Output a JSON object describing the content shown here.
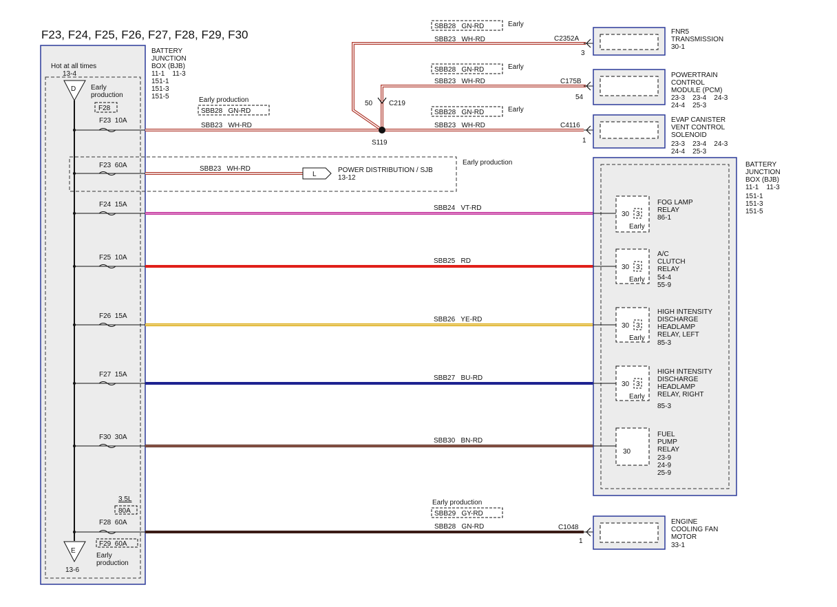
{
  "title": "F23, F24, F25, F26, F27, F28, F29, F30",
  "bjb_left": {
    "label": [
      "BATTERY",
      "JUNCTION",
      "BOX (BJB)",
      "11-1    11-3",
      "151-1",
      "151-3",
      "151-5"
    ],
    "hot": "Hot at all times",
    "hot_ref": "13-4",
    "d_letter": "D",
    "d_note": [
      "Early",
      "production"
    ],
    "f28_box": "F28",
    "e_letter": "E",
    "e_ref": "13-6",
    "e_note": [
      "Early",
      "production"
    ],
    "engine": "3.5L",
    "f28_80a": "80A",
    "f29_60a": "F29  60A"
  },
  "fuses": {
    "f23_10a": "F23  10A",
    "f23_60a": "F23  60A",
    "f24": "F24  15A",
    "f25": "F25  10A",
    "f26": "F26  15A",
    "f27": "F27  15A",
    "f30": "F30  30A",
    "f28": "F28  60A"
  },
  "wires": {
    "early_production": "Early production",
    "early": "Early",
    "sbb28_gnrd": "SBB28   GN-RD",
    "sbb23_whrd": "SBB23   WH-RD",
    "sbb24": "SBB24   VT-RD",
    "sbb25": "SBB25   RD",
    "sbb26": "SBB26   YE-RD",
    "sbb27": "SBB27   BU-RD",
    "sbb30": "SBB30   BN-RD",
    "sbb29": "SBB29   GY-RD",
    "colors": {
      "wh_rd": "#b03a2e",
      "vt_rd": "#c2319a",
      "rd": "#e0201a",
      "ye_rd": "#d9a400",
      "bu_rd": "#1d2290",
      "bn_rd": "#5a2a1e",
      "gn_rd": "#8a3a2e"
    }
  },
  "splice": {
    "s119": "S119",
    "c219": "C219",
    "pin_50": "50"
  },
  "power_dist": {
    "letter": "L",
    "label": "POWER DISTRIBUTION / SJB",
    "ref": "13-12"
  },
  "connectors": {
    "c2352a": "C2352A",
    "c2352a_pin": "3",
    "c175b": "C175B",
    "c175b_pin": "54",
    "c4116": "C4116",
    "c4116_pin": "1",
    "c1048": "C1048",
    "c1048_pin": "1"
  },
  "components": {
    "fnr5": [
      "FNR5",
      "TRANSMISSION",
      "30-1"
    ],
    "pcm": [
      "POWERTRAIN",
      "CONTROL",
      "MODULE (PCM)",
      "23-3    23-4    24-3",
      "24-4    25-3"
    ],
    "evap": [
      "EVAP CANISTER",
      "VENT CONTROL",
      "SOLENOID",
      "23-3    23-4    24-3",
      "24-4    25-3"
    ],
    "bjb_right": [
      "BATTERY",
      "JUNCTION",
      "BOX (BJB)",
      "11-1    11-3",
      "151-1",
      "151-3",
      "151-5"
    ],
    "fan": [
      "ENGINE",
      "COOLING FAN",
      "MOTOR",
      "33-1"
    ]
  },
  "relays": {
    "fog": [
      "FOG LAMP",
      "RELAY",
      "86-1"
    ],
    "ac": [
      "A/C",
      "CLUTCH",
      "RELAY",
      "54-4",
      "55-9"
    ],
    "hid_left": [
      "HIGH INTENSITY",
      "DISCHARGE",
      "HEADLAMP",
      "RELAY, LEFT",
      "85-3"
    ],
    "hid_right": [
      "HIGH INTENSITY",
      "DISCHARGE",
      "HEADLAMP",
      "RELAY, RIGHT",
      "85-3"
    ],
    "fuel": [
      "FUEL",
      "PUMP",
      "RELAY",
      "23-9",
      "24-9",
      "25-9"
    ],
    "pin30": "30",
    "pin3": "3",
    "early": "Early"
  }
}
